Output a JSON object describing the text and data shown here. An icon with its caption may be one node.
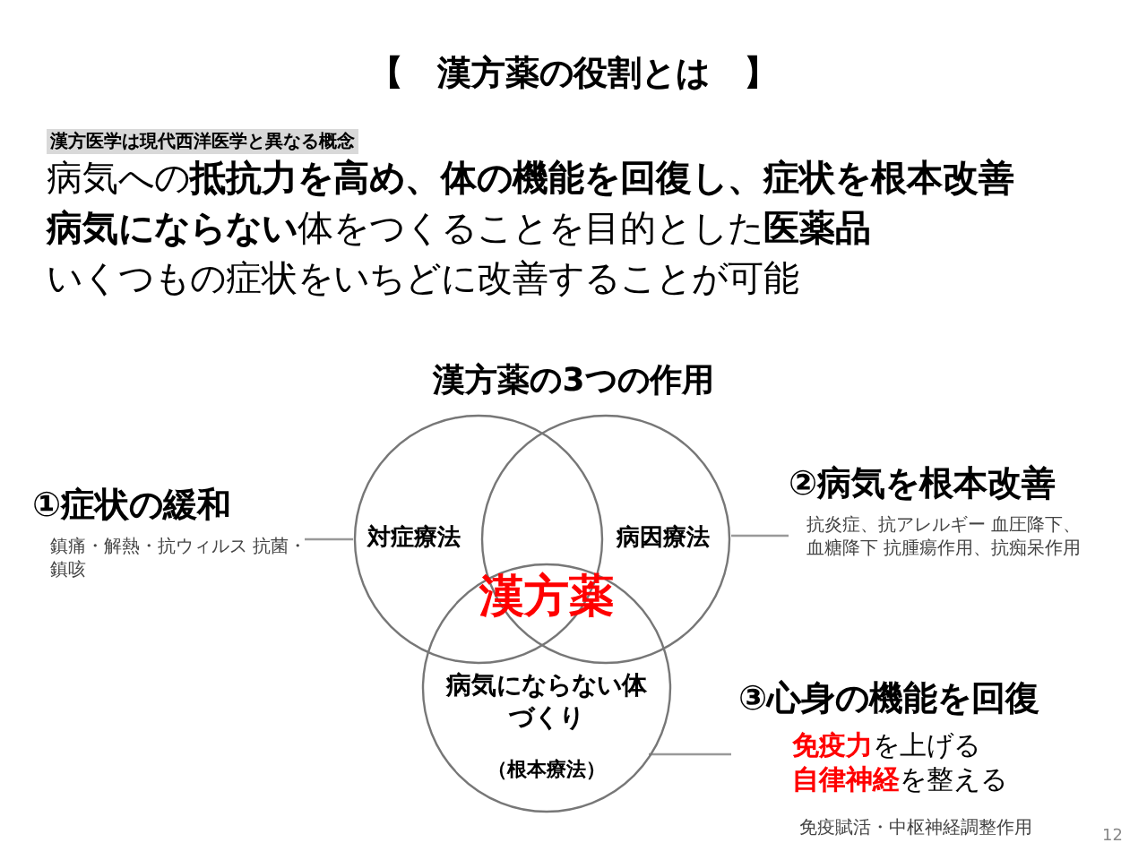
{
  "diagram": {
    "title": "【　漢方薬の役割とは　】",
    "nodes": [
      {
        "text": [
          "対症療法"
        ]
      },
      {
        "text": [
          "病因療法"
        ]
      },
      {
        "text": [
          "病気にならない体づくり",
          "（根本療法）"
        ]
      },
      {
        "text": [
          "①症状の緩和",
          "鎮痛・解熱・抗ウィルス 抗菌・鎮咳"
        ]
      },
      {
        "text": [
          "②病気を根本改善",
          "抗炎症、抗アレルギー 血圧降下、血糖降下 抗腫瘍作用、抗痴呆作用"
        ]
      },
      {
        "text": [
          "③心身の機能を回復",
          "**免疫力**を上げる",
          "**自律神経**を整える",
          "免疫賦活・中枢神経調整作用"
        ]
      }
    ],
    "edges": [
      {
        "from": 0,
        "to": 3,
        "arrow": "none"
      },
      {
        "from": 1,
        "to": 4,
        "arrow": "none"
      },
      {
        "from": 2,
        "to": 5,
        "arrow": "none"
      }
    ],
    "labels": [
      "漢方医学は現代西洋医学と異なる概念",
      "病気への**抵抗力を高め、体の機能を回復し、症状を根本改善**",
      "**病気にならない**体をつくることを目的とした**医薬品**",
      "いくつもの症状をいちどに改善することが可能",
      "漢方薬の3つの作用",
      "漢方薬",
      "12"
    ]
  }
}
